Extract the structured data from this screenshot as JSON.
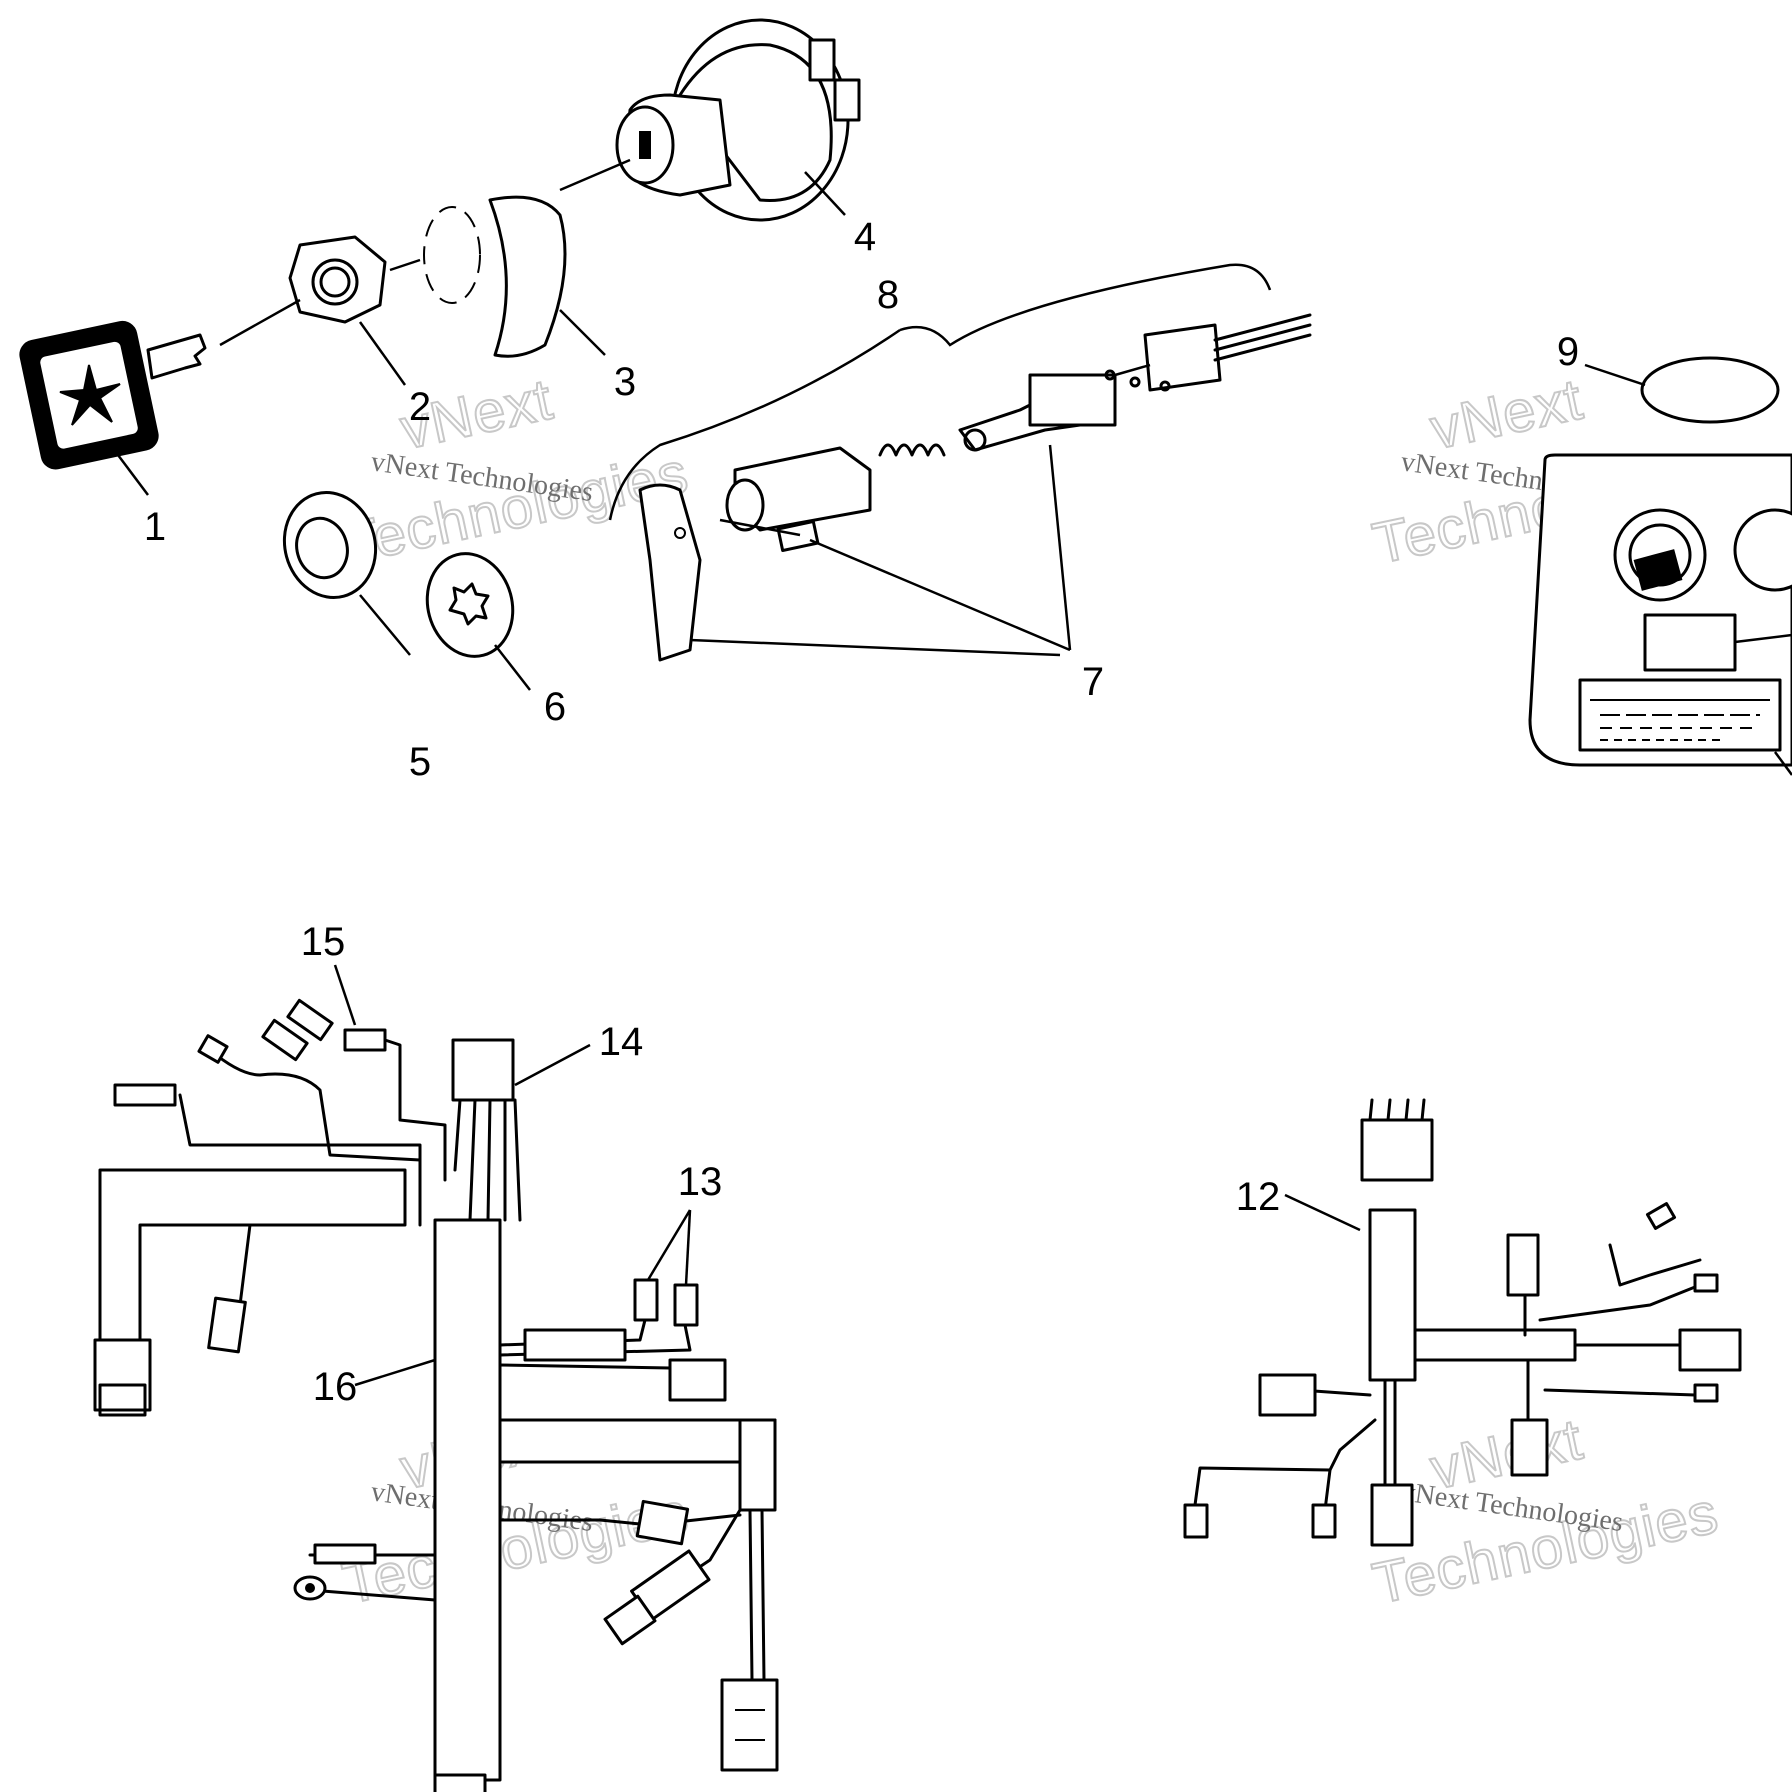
{
  "callouts": [
    "1",
    "2",
    "3",
    "4",
    "5",
    "6",
    "7",
    "8",
    "9",
    "12",
    "13",
    "14",
    "15",
    "16"
  ],
  "watermark": {
    "line1": "vNext",
    "line2": "Technologies",
    "caption": "vNext Technologies"
  }
}
